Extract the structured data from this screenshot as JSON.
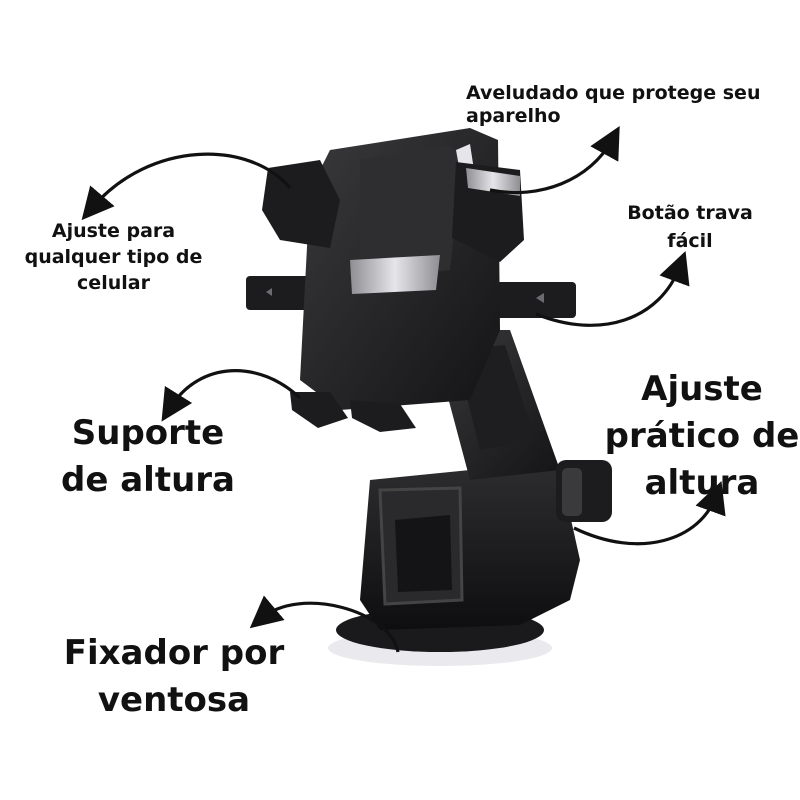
{
  "labels": {
    "aveludado": "Aveludado que protege seu\naparelho",
    "ajuste_celular": "Ajuste para\nqualquer tipo de\ncelular",
    "botao_trava": "Botão trava\nfácil",
    "suporte_altura": "Suporte\nde altura",
    "ajuste_pratico": "Ajuste\nprático de\naltura",
    "fixador": "Fixador por\nventosa"
  },
  "colors": {
    "background": "#ffffff",
    "text": "#111111",
    "product_dark": "#1c1c1e",
    "product_mid": "#2c2c2e",
    "accent_silver": "#c8c8cc"
  }
}
